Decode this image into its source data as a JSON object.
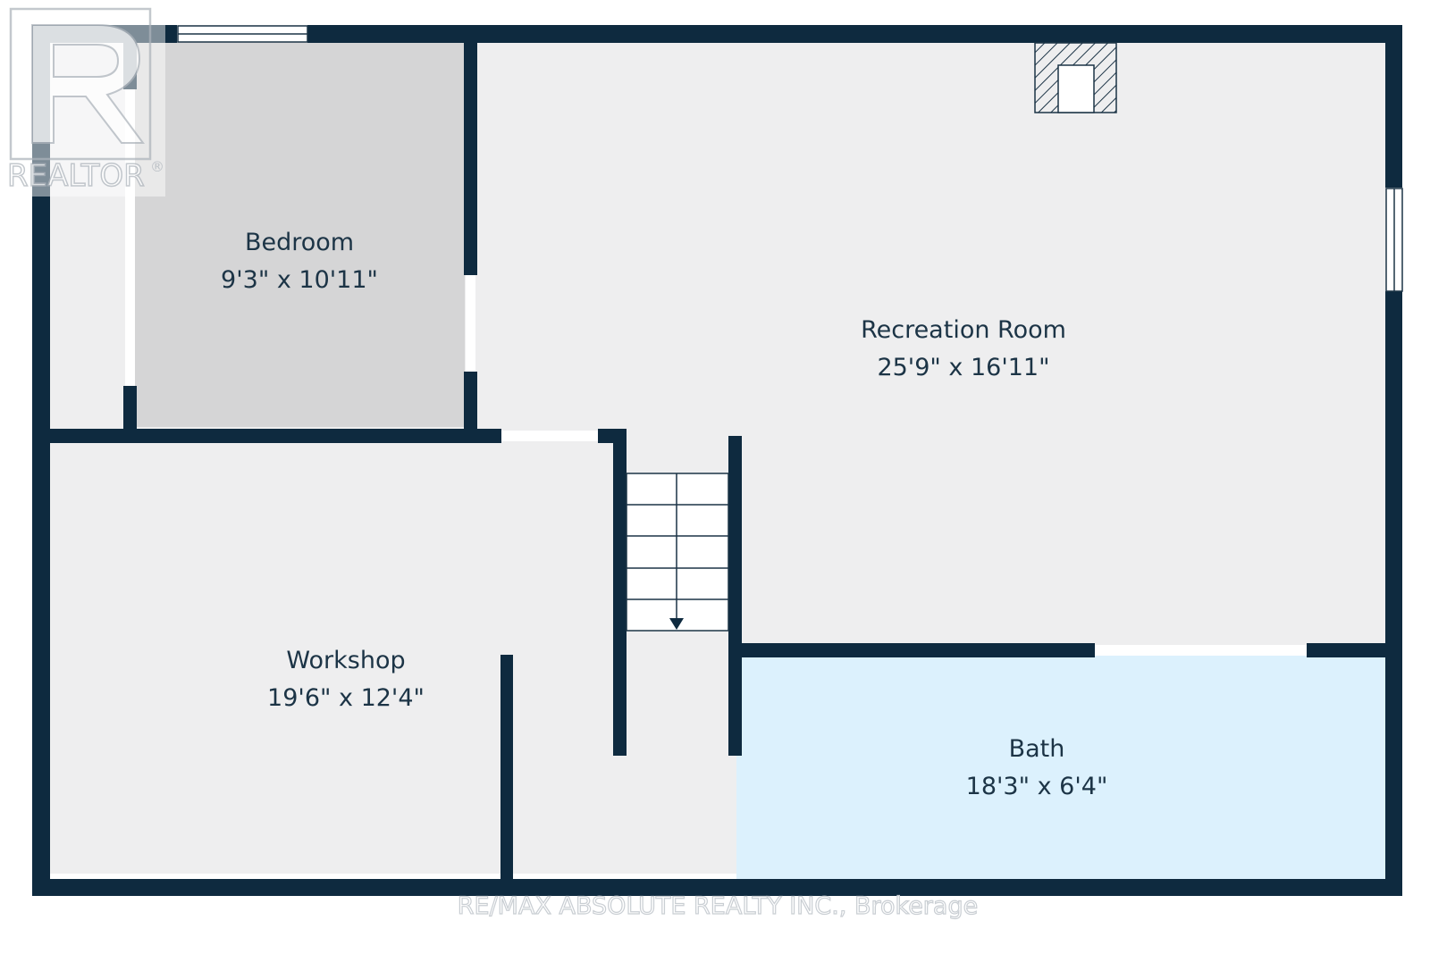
{
  "colors": {
    "wall": "#0e2a3f",
    "floor": "#eeeeef",
    "bedroom_floor": "#d5d5d6",
    "bath_floor": "#dcf1fd"
  },
  "rooms": {
    "bedroom": {
      "name": "Bedroom",
      "dimensions": "9'3\" x 10'11\""
    },
    "recreation": {
      "name": "Recreation Room",
      "dimensions": "25'9\" x 16'11\""
    },
    "workshop": {
      "name": "Workshop",
      "dimensions": "19'6\" x 12'4\""
    },
    "bath": {
      "name": "Bath",
      "dimensions": "18'3\" x 6'4\""
    }
  },
  "brand": {
    "realtor_logo_text": "REALTOR",
    "registered_mark": "®",
    "brokerage": "RE/MAX ABSOLUTE REALTY INC., Brokerage"
  },
  "icons": {
    "stairs": "stairs-down-arrow-icon",
    "fireplace": "fireplace-icon"
  }
}
